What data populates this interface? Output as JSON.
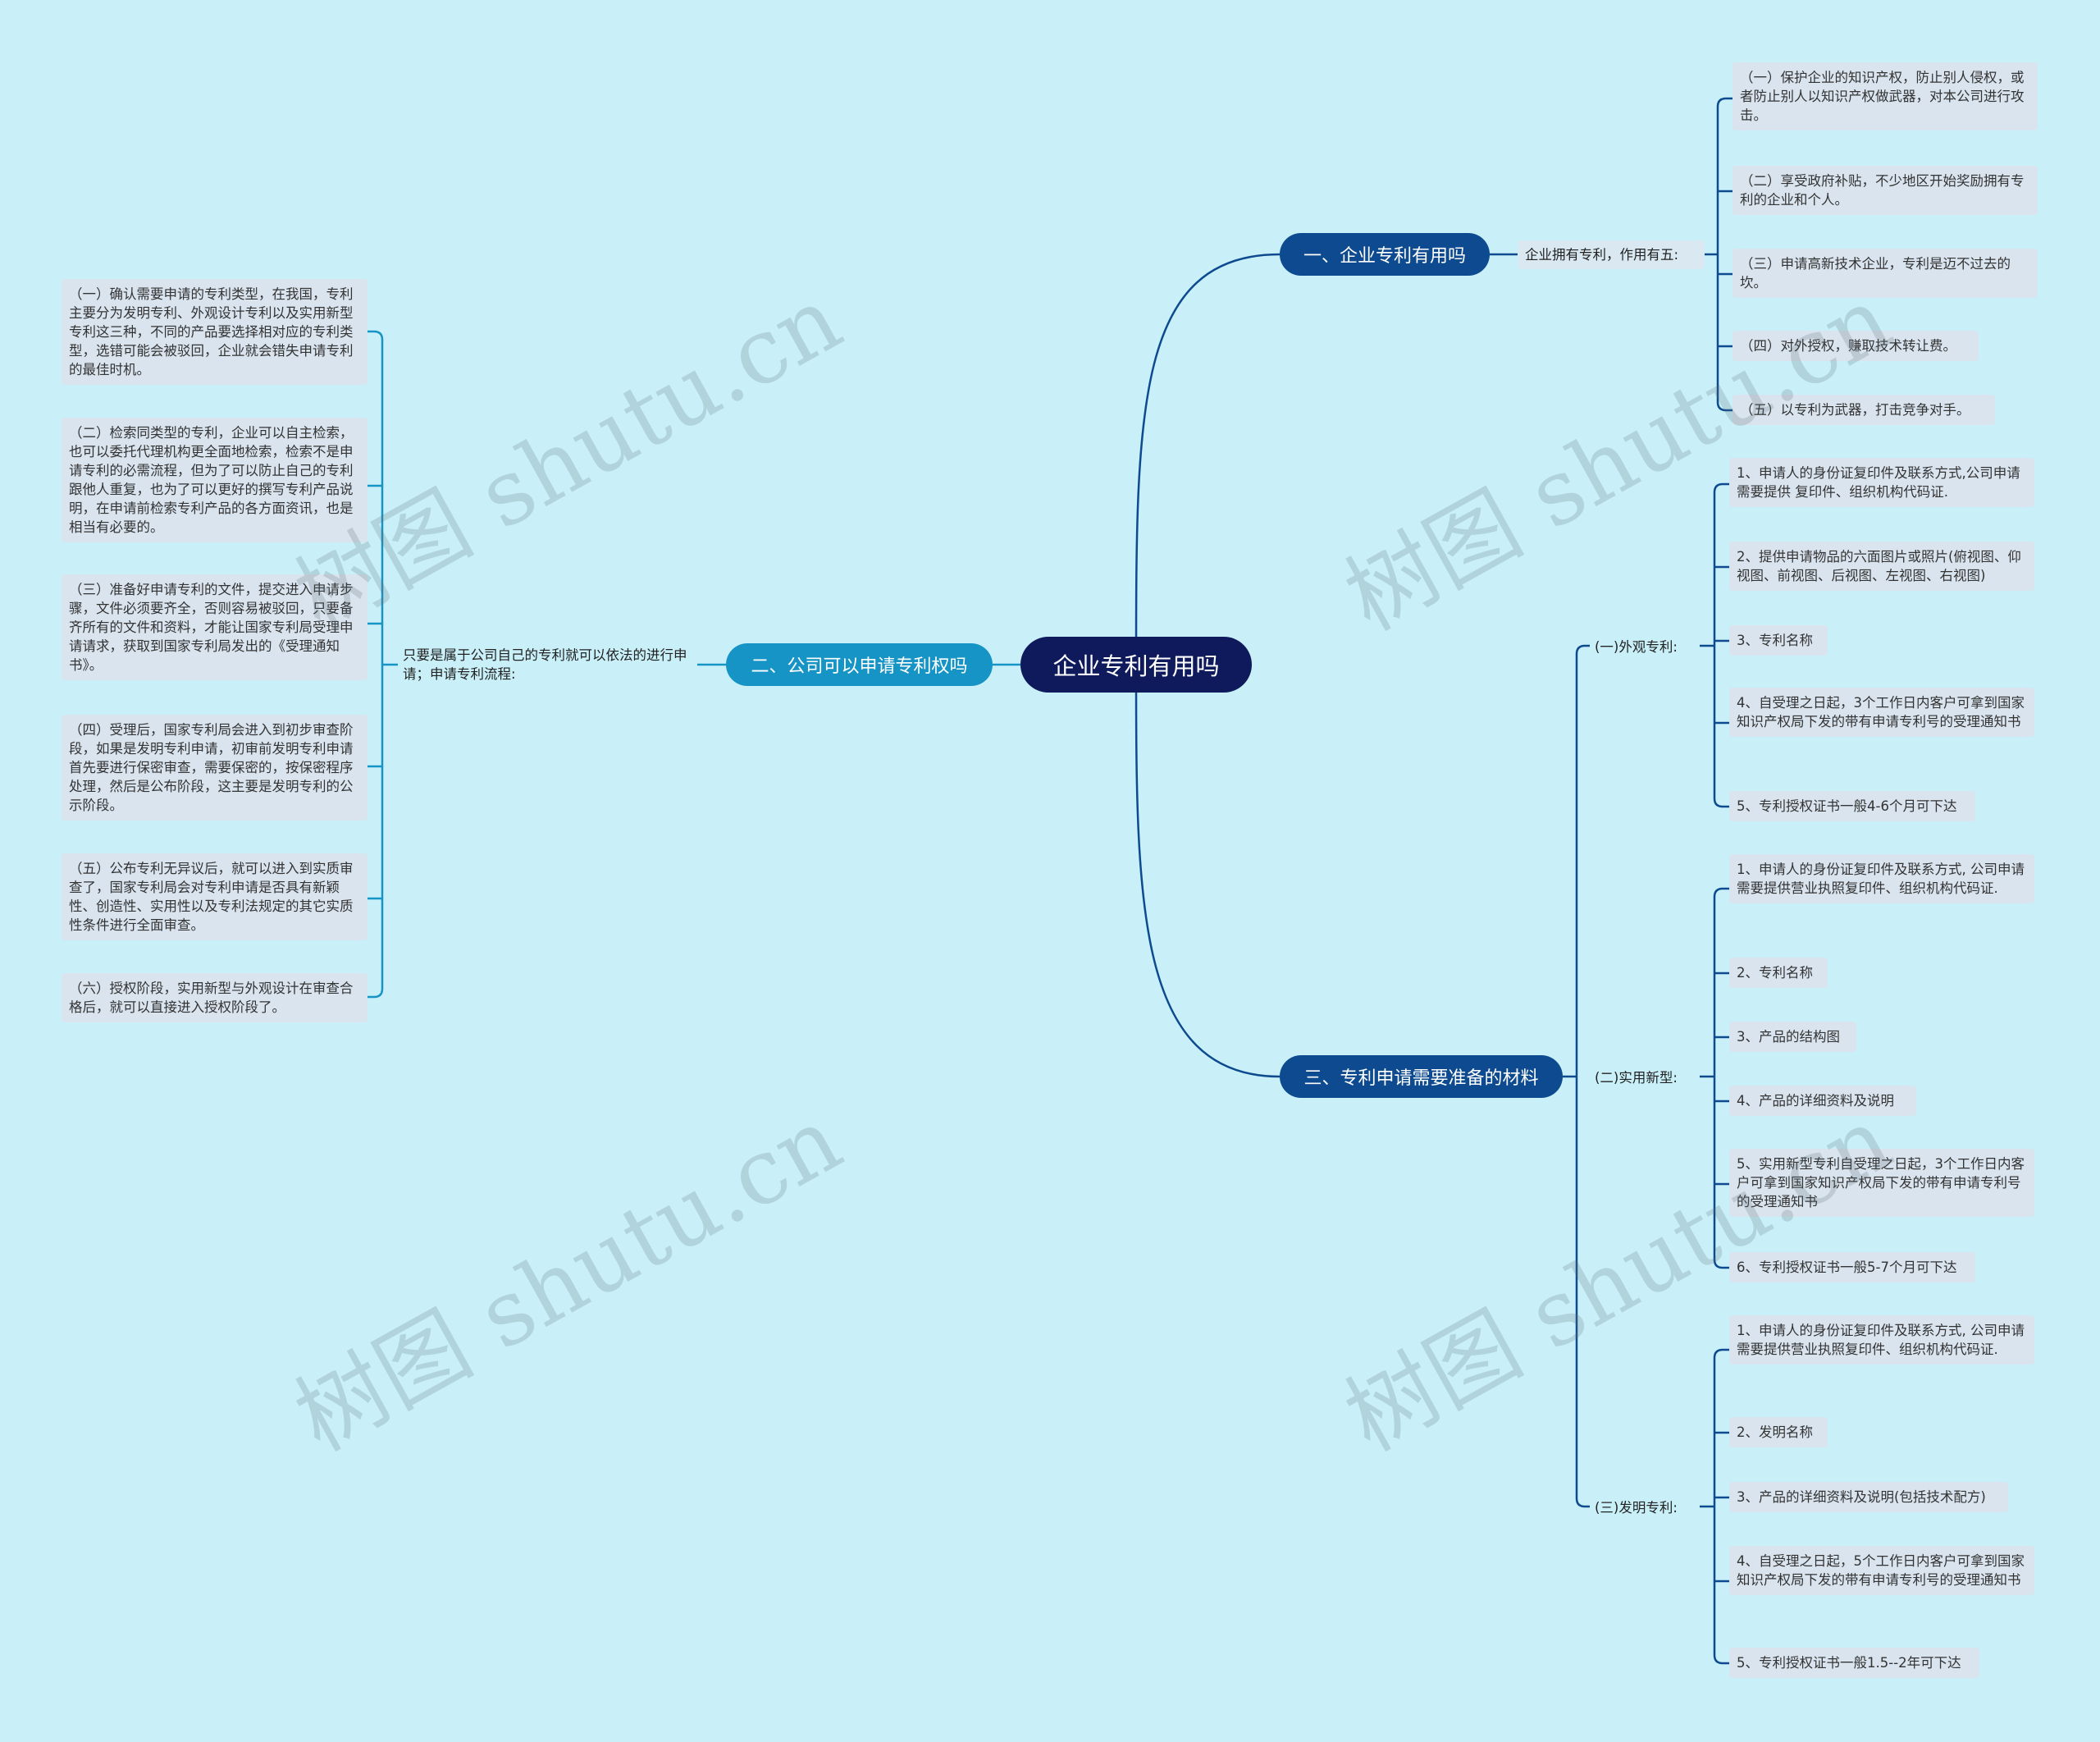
{
  "root": "企业专利有用吗",
  "branches": {
    "b1": {
      "label": "一、企业专利有用吗",
      "sub": "企业拥有专利，作用有五:",
      "leaves": [
        "（一）保护企业的知识产权，防止别人侵权，或者防止别人以知识产权做武器，对本公司进行攻击。",
        "（二）享受政府补贴，不少地区开始奖励拥有专利的企业和个人。",
        "（三）申请高新技术企业，专利是迈不过去的坎。",
        "（四）对外授权，赚取技术转让费。",
        "（五）以专利为武器，打击竞争对手。"
      ]
    },
    "b2": {
      "label": "二、公司可以申请专利权吗",
      "sub": "只要是属于公司自己的专利就可以依法的进行申请；申请专利流程:",
      "leaves": [
        "（一）确认需要申请的专利类型，在我国，专利主要分为发明专利、外观设计专利以及实用新型专利这三种，不同的产品要选择相对应的专利类型，选错可能会被驳回，企业就会错失申请专利的最佳时机。",
        "（二）检索同类型的专利，企业可以自主检索，也可以委托代理机构更全面地检索，检索不是申请专利的必需流程，但为了可以防止自己的专利跟他人重复，也为了可以更好的撰写专利产品说明，在申请前检索专利产品的各方面资讯，也是相当有必要的。",
        "（三）准备好申请专利的文件，提交进入申请步骤，文件必须要齐全，否则容易被驳回，只要备齐所有的文件和资料，才能让国家专利局受理申请请求，获取到国家专利局发出的《受理通知书》。",
        "（四）受理后，国家专利局会进入到初步审查阶段，如果是发明专利申请，初审前发明专利申请首先要进行保密审查，需要保密的，按保密程序处理，然后是公布阶段，这主要是发明专利的公示阶段。",
        "（五）公布专利无异议后，就可以进入到实质审查了，国家专利局会对专利申请是否具有新颖性、创造性、实用性以及专利法规定的其它实质性条件进行全面审查。",
        "（六）授权阶段，实用新型与外观设计在审查合格后，就可以直接进入授权阶段了。"
      ]
    },
    "b3": {
      "label": "三、专利申请需要准备的材料",
      "groups": [
        {
          "label": "(一)外观专利:",
          "leaves": [
            "1、申请人的身份证复印件及联系方式,公司申请需要提供 复印件、组织机构代码证.",
            "2、提供申请物品的六面图片或照片(俯视图、仰视图、前视图、后视图、左视图、右视图)",
            "3、专利名称",
            "4、自受理之日起，3个工作日内客户可拿到国家知识产权局下发的带有申请专利号的受理通知书",
            "5、专利授权证书一般4-6个月可下达"
          ]
        },
        {
          "label": "(二)实用新型:",
          "leaves": [
            "1、申请人的身份证复印件及联系方式, 公司申请需要提供营业执照复印件、组织机构代码证.",
            "2、专利名称",
            "3、产品的结构图",
            "4、产品的详细资料及说明",
            "5、实用新型专利自受理之日起，3个工作日内客户可拿到国家知识产权局下发的带有申请专利号的受理通知书",
            "6、专利授权证书一般5-7个月可下达"
          ]
        },
        {
          "label": "(三)发明专利:",
          "leaves": [
            "1、申请人的身份证复印件及联系方式, 公司申请需要提供营业执照复印件、组织机构代码证.",
            "2、发明名称",
            "3、产品的详细资料及说明(包括技术配方)",
            "4、自受理之日起，5个工作日内客户可拿到国家知识产权局下发的带有申请专利号的受理通知书",
            "5、专利授权证书一般1.5--2年可下达"
          ]
        }
      ]
    }
  },
  "watermark": "树图 shutu.cn",
  "colors": {
    "background": "#c9f0f8",
    "root": "#0e1a5c",
    "branch_dark": "#0d4a8f",
    "branch_mid": "#1794c6",
    "line_dark": "#0d4a8f",
    "line_mid": "#1794c6"
  }
}
